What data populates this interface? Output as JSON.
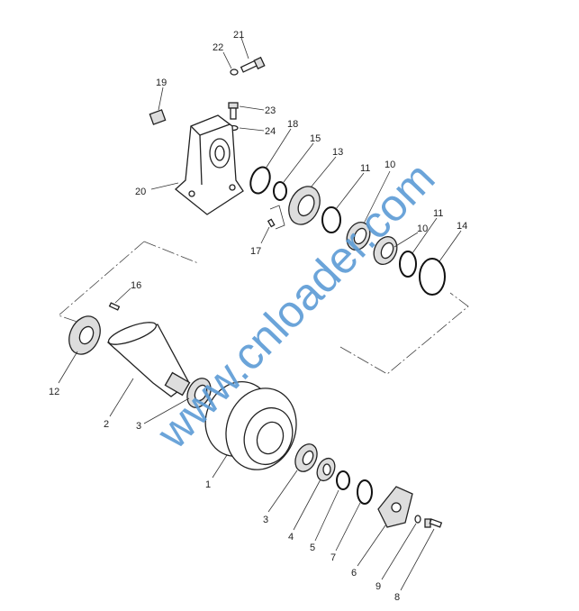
{
  "watermark": "www.cnloader.com",
  "labels": {
    "p21": "21",
    "p22": "22",
    "p19": "19",
    "p23": "23",
    "p24": "24",
    "p18": "18",
    "p15": "15",
    "p13": "13",
    "p11a": "11",
    "p10a": "10",
    "p10b": "10",
    "p11b": "11",
    "p14": "14",
    "p20": "20",
    "p17": "17",
    "p16": "16",
    "p12": "12",
    "p2": "2",
    "p3a": "3",
    "p1": "1",
    "p3b": "3",
    "p4": "4",
    "p5": "5",
    "p7": "7",
    "p6": "6",
    "p9": "9",
    "p8": "8"
  }
}
